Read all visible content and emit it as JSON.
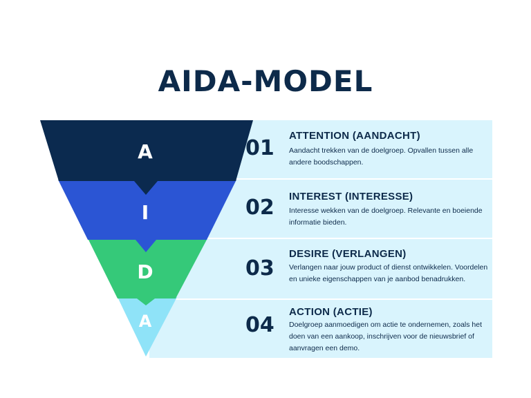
{
  "title": "AIDA-MODEL",
  "stages": [
    {
      "letter": "A",
      "number": "01",
      "title": "ATTENTION  (AANDACHT)",
      "description": "Aandacht trekken van de doelgroep. Opvallen tussen alle andere boodschappen.",
      "color": "#0b2a4f"
    },
    {
      "letter": "I",
      "number": "02",
      "title": "INTEREST  (INTERESSE)",
      "description": "Interesse wekken van de doelgroep. Relevante en boeiende informatie bieden.",
      "color": "#2b55d4"
    },
    {
      "letter": "D",
      "number": "03",
      "title": "DESIRE  (VERLANGEN)",
      "description": "Verlangen naar jouw product of dienst ontwikkelen. Voordelen en unieke eigenschappen van je aanbod benadrukken.",
      "color": "#35c979"
    },
    {
      "letter": "A",
      "number": "04",
      "title": "ACTION  (ACTIE)",
      "description": "Doelgroep aanmoedigen om actie te ondernemen, zoals het doen van een aankoop, inschrijven voor de nieuwsbrief of aanvragen een demo.",
      "color": "#8fe3f8"
    }
  ],
  "band_color": "#d9f4fd",
  "text_color": "#0d2a4a"
}
